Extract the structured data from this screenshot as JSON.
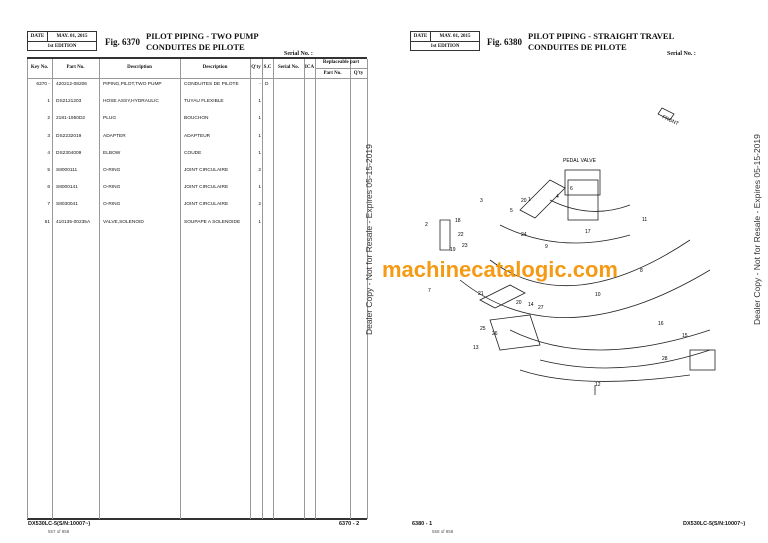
{
  "left": {
    "date_label": "DATE",
    "date": "MAY. 01, 2015",
    "edition": "1st EDITION",
    "fig": "Fig. 6370",
    "title_en": "PILOT PIPING - TWO PUMP",
    "title_fr": "CONDUITES DE PILOTE",
    "serial_label": "Serial No. :",
    "headers": {
      "key_no": "Key No.",
      "part_no": "Part No.",
      "desc_en": "Description",
      "desc_fr": "Description",
      "qty": "Q'ty",
      "sc": "S.C",
      "serial_no": "Serial No.",
      "ica": "ICA",
      "replaceable": "Replaceable part",
      "rep_part_no": "Part No.",
      "rep_qty": "Q'ty"
    },
    "rows": [
      {
        "key": "6370 -",
        "part": "420212-08206",
        "en": "PIPING,PILOT,TWO PUMP",
        "fr": "CONDUITES DE PILOTE",
        "qty": "-",
        "sc": "D"
      },
      {
        "key": "1",
        "part": "DS2121203",
        "en": "HOSE ASSY,HYDRAULIC",
        "fr": "TUYAU FLEXIBLE",
        "qty": "1",
        "sc": ""
      },
      {
        "key": "2",
        "part": "2181-1950D2",
        "en": "PLUG",
        "fr": "BOUCHON",
        "qty": "1",
        "sc": ""
      },
      {
        "key": "3",
        "part": "DS2232019",
        "en": "ADAPTER",
        "fr": "ADAPTEUR",
        "qty": "1",
        "sc": ""
      },
      {
        "key": "4",
        "part": "DS2304009",
        "en": "ELBOW",
        "fr": "COUDE",
        "qty": "1",
        "sc": ""
      },
      {
        "key": "5",
        "part": "S8000111",
        "en": "O-RING",
        "fr": "JOINT CIRCULAIRE",
        "qty": "2",
        "sc": ""
      },
      {
        "key": "6",
        "part": "S8000141",
        "en": "O-RING",
        "fr": "JOINT CIRCULAIRE",
        "qty": "1",
        "sc": ""
      },
      {
        "key": "7",
        "part": "S8030041",
        "en": "O-RING",
        "fr": "JOINT CIRCULAIRE",
        "qty": "2",
        "sc": ""
      },
      {
        "key": "51",
        "part": "410135-00235A",
        "en": "VALVE,SOLENOID",
        "fr": "SOUPAPE A SOLENOIDE",
        "qty": "1",
        "sc": ""
      }
    ],
    "footer_model": "DX530LC-5(S/N:10007~)",
    "footer_page": "6370 - 2",
    "footer_count": "557 of 858"
  },
  "right": {
    "date_label": "DATE",
    "date": "MAY. 01, 2015",
    "edition": "1st EDITION",
    "fig": "Fig. 6380",
    "title_en": "PILOT PIPING - STRAIGHT TRAVEL",
    "title_fr": "CONDUITES DE PILOTE",
    "serial_label": "Serial No. :",
    "diagram_labels": {
      "pedal": "PEDAL VALVE",
      "front": "FRONT"
    },
    "callouts": [
      "3",
      "1",
      "2",
      "18",
      "22",
      "20",
      "24",
      "23",
      "19",
      "5",
      "4",
      "6",
      "17",
      "11",
      "9",
      "8",
      "21",
      "7",
      "10",
      "20",
      "14",
      "27",
      "25",
      "26",
      "16",
      "15",
      "13",
      "28",
      "12"
    ],
    "footer_page": "6380 - 1",
    "footer_model": "DX530LC-5(S/N:10007~)",
    "footer_count": "558 of 858"
  },
  "watermark": "machinecatalogic.com",
  "dealer_notice": "Dealer Copy - Not for Resale - Expires 05-15-2019",
  "colors": {
    "watermark": "#f59a14"
  }
}
